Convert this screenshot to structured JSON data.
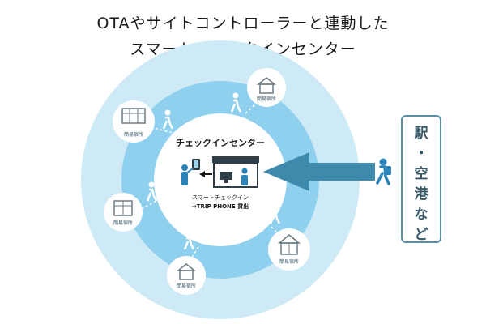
{
  "title": {
    "line1": "OTAやサイトコントローラーと連動した",
    "line2": "スマートチェックインセンター"
  },
  "center": {
    "title": "チェックインセンター",
    "caption1": "スマートチェックイン",
    "caption2": "→TRIP PHONE 貸出"
  },
  "lodging_label": "簡易宿所",
  "lodgings": [
    {
      "label": "簡易宿所",
      "icon": "house-icon"
    },
    {
      "label": "簡易宿所",
      "icon": "apartment-icon"
    },
    {
      "label": "簡易宿所",
      "icon": "shop-icon"
    },
    {
      "label": "簡易宿所",
      "icon": "house-icon"
    },
    {
      "label": "簡易宿所",
      "icon": "house-icon"
    }
  ],
  "side": {
    "chars": [
      "駅",
      "・",
      "空",
      "港",
      "な",
      "ど"
    ]
  },
  "colors": {
    "outer_ring": "#cdeaf6",
    "middle_ring": "#8fd0ee",
    "inner_circle": "#ffffff",
    "accent": "#2c84b8",
    "arrow": "#3d8aad",
    "box_border": "#5b8fa6"
  }
}
